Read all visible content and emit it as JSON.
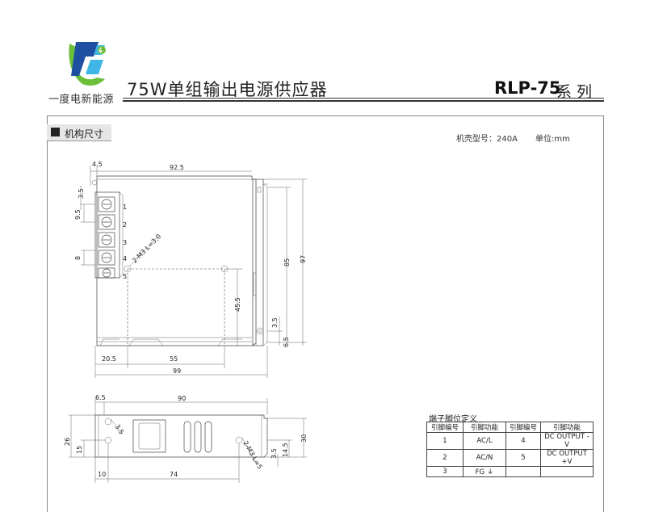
{
  "header": {
    "company": "一度电新能源",
    "title_left": "75W单组输出电源供应器",
    "title_right": "RLP-75",
    "title_right_suffix": "系列"
  },
  "section": {
    "label": "机构尺寸",
    "case_info": "机壳型号：240A",
    "unit_info": "单位:mm"
  },
  "drawing_top": {
    "dims": {
      "d4_5": "4.5",
      "d92_5": "92.5",
      "d3_5": "3.5",
      "d9_5": "9.5",
      "d8": "8",
      "d2m3": "2-M3 L=3.0",
      "d85": "85",
      "d97": "97",
      "d45_5": "45.5",
      "d3_5b": "3.5",
      "d6_5": "6.5",
      "d20_5": "20.5",
      "d55": "55",
      "d99": "99"
    },
    "terminals": [
      "1",
      "2",
      "3",
      "4",
      "5"
    ]
  },
  "drawing_side": {
    "dims": {
      "d6_5": "6.5",
      "d90": "90",
      "d3_5": "3.5",
      "d26": "26",
      "d15": "15",
      "d2m3": "2-M3 L=5",
      "d3_5b": "3.5",
      "d14_5": "14.5",
      "d30": "30",
      "d10": "10",
      "d74": "74"
    }
  },
  "pin_table": {
    "caption": "端子脚位定义",
    "headers": [
      "引脚编号",
      "引脚功能",
      "引脚编号",
      "引脚功能"
    ],
    "rows": [
      [
        "1",
        "AC/L",
        "4",
        "DC OUTPUT -V"
      ],
      [
        "2",
        "AC/N",
        "5",
        "DC OUTPUT +V"
      ],
      [
        "3",
        "FG ⏚",
        "",
        ""
      ]
    ]
  },
  "colors": {
    "logo_blue": "#1f4fa0",
    "logo_green": "#6cbf3a",
    "logo_cyan": "#3fb6e6",
    "line": "#444444"
  }
}
